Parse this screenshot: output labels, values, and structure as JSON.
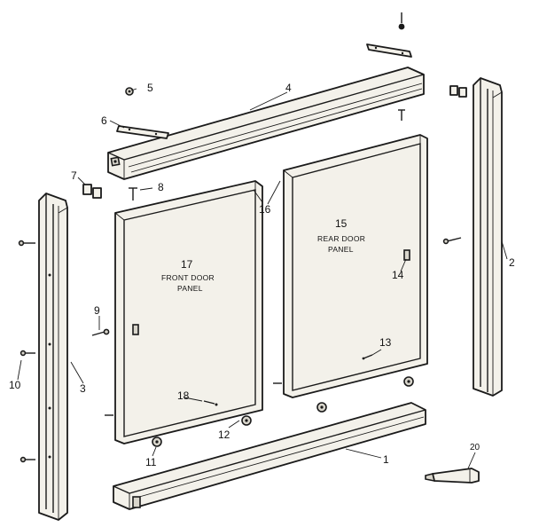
{
  "callouts": {
    "c1": "1",
    "c2": "2",
    "c3": "3",
    "c4": "4",
    "c5": "5",
    "c6": "6",
    "c7": "7",
    "c8": "8",
    "c9": "9",
    "c10": "10",
    "c11": "11",
    "c12": "12",
    "c13": "13",
    "c14": "14",
    "c15": "15",
    "c16": "16",
    "c17": "17",
    "c18": "18",
    "c20": "20"
  },
  "panels": {
    "front_line1": "FRONT DOOR",
    "front_line2": "PANEL",
    "rear_line1": "REAR DOOR",
    "rear_line2": "PANEL"
  }
}
